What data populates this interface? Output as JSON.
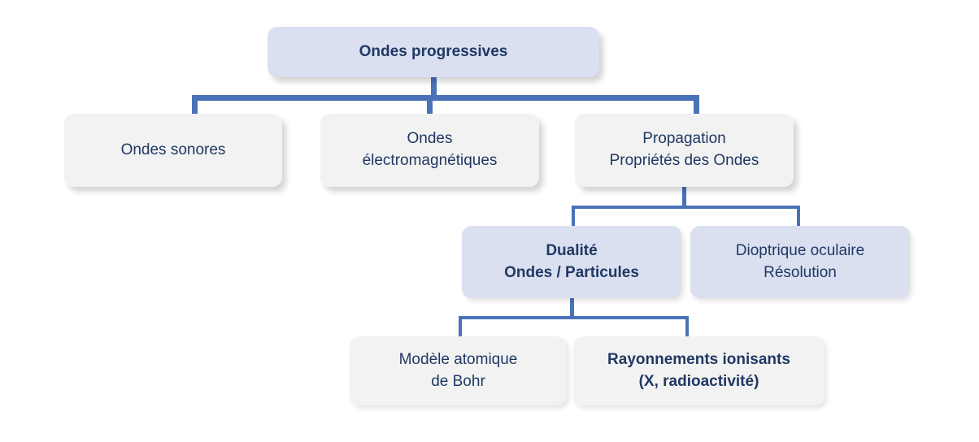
{
  "diagram": {
    "type": "tree-hierarchy",
    "title_text": "Ondes progressives",
    "colors": {
      "node_blue_fill": "#dae0f0",
      "node_grey_fill": "#f2f2f2",
      "text": "#203864",
      "connector": "#4a72b8",
      "background": "#ffffff"
    },
    "nodes": {
      "root": {
        "label": "Ondes progressives",
        "style": "blue-bold"
      },
      "level2": [
        {
          "label": "Ondes sonores",
          "style": "grey"
        },
        {
          "label": "Ondes\nélectromagnétiques",
          "style": "grey"
        },
        {
          "label": "Propagation\nPropriétés des Ondes",
          "style": "grey"
        }
      ],
      "level3": [
        {
          "label": "Dualité\nOndes / Particules",
          "style": "blue-bold"
        },
        {
          "label": "Dioptrique oculaire\nRésolution",
          "style": "blue"
        }
      ],
      "level4": [
        {
          "label": "Modèle atomique\nde Bohr",
          "style": "grey"
        },
        {
          "label": "Rayonnements ionisants\n(X, radioactivité)",
          "style": "grey-bold"
        }
      ]
    }
  }
}
